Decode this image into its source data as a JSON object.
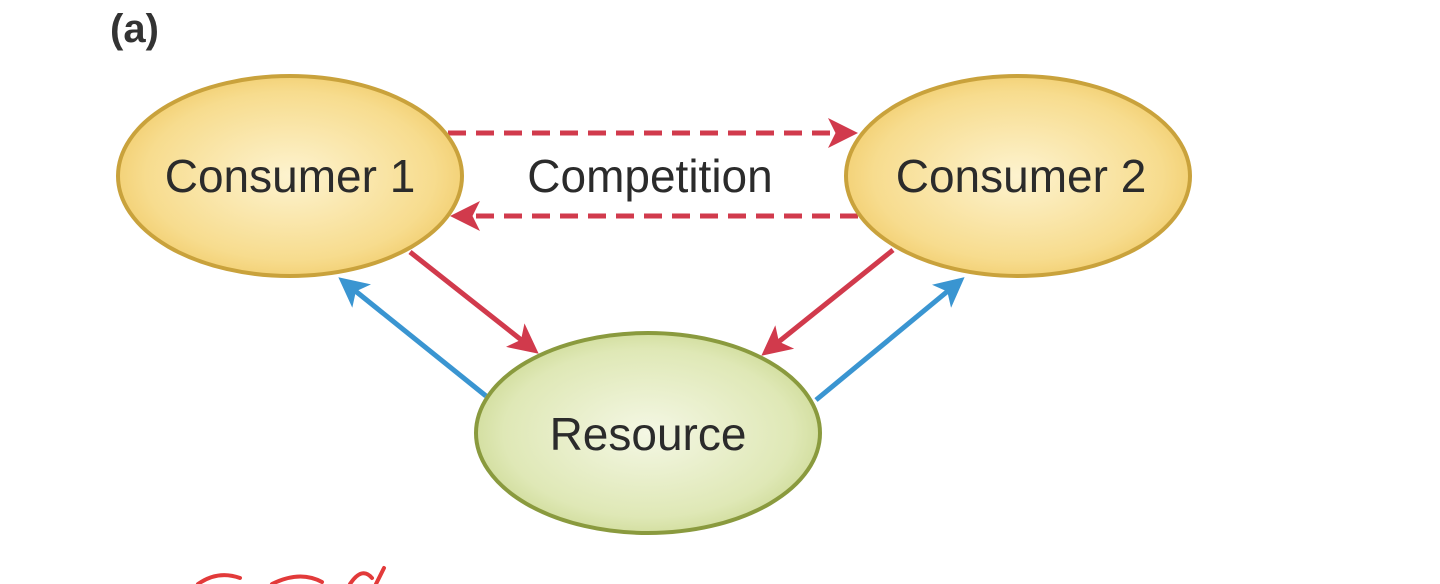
{
  "panel_label": "(a)",
  "nodes": {
    "consumer1": {
      "label": "Consumer 1"
    },
    "consumer2": {
      "label": "Consumer 2"
    },
    "resource": {
      "label": "Resource"
    }
  },
  "edges": {
    "competition": {
      "label": "Competition"
    }
  },
  "colors": {
    "consumer_fill": "#f5d27a",
    "consumer_stroke": "#c9a23c",
    "resource_fill": "#d3df9e",
    "resource_stroke": "#8a9a3e",
    "competition_arrow": "#d13a4c",
    "consumption_arrow": "#d13a4c",
    "resource_arrow": "#3a95d1"
  }
}
